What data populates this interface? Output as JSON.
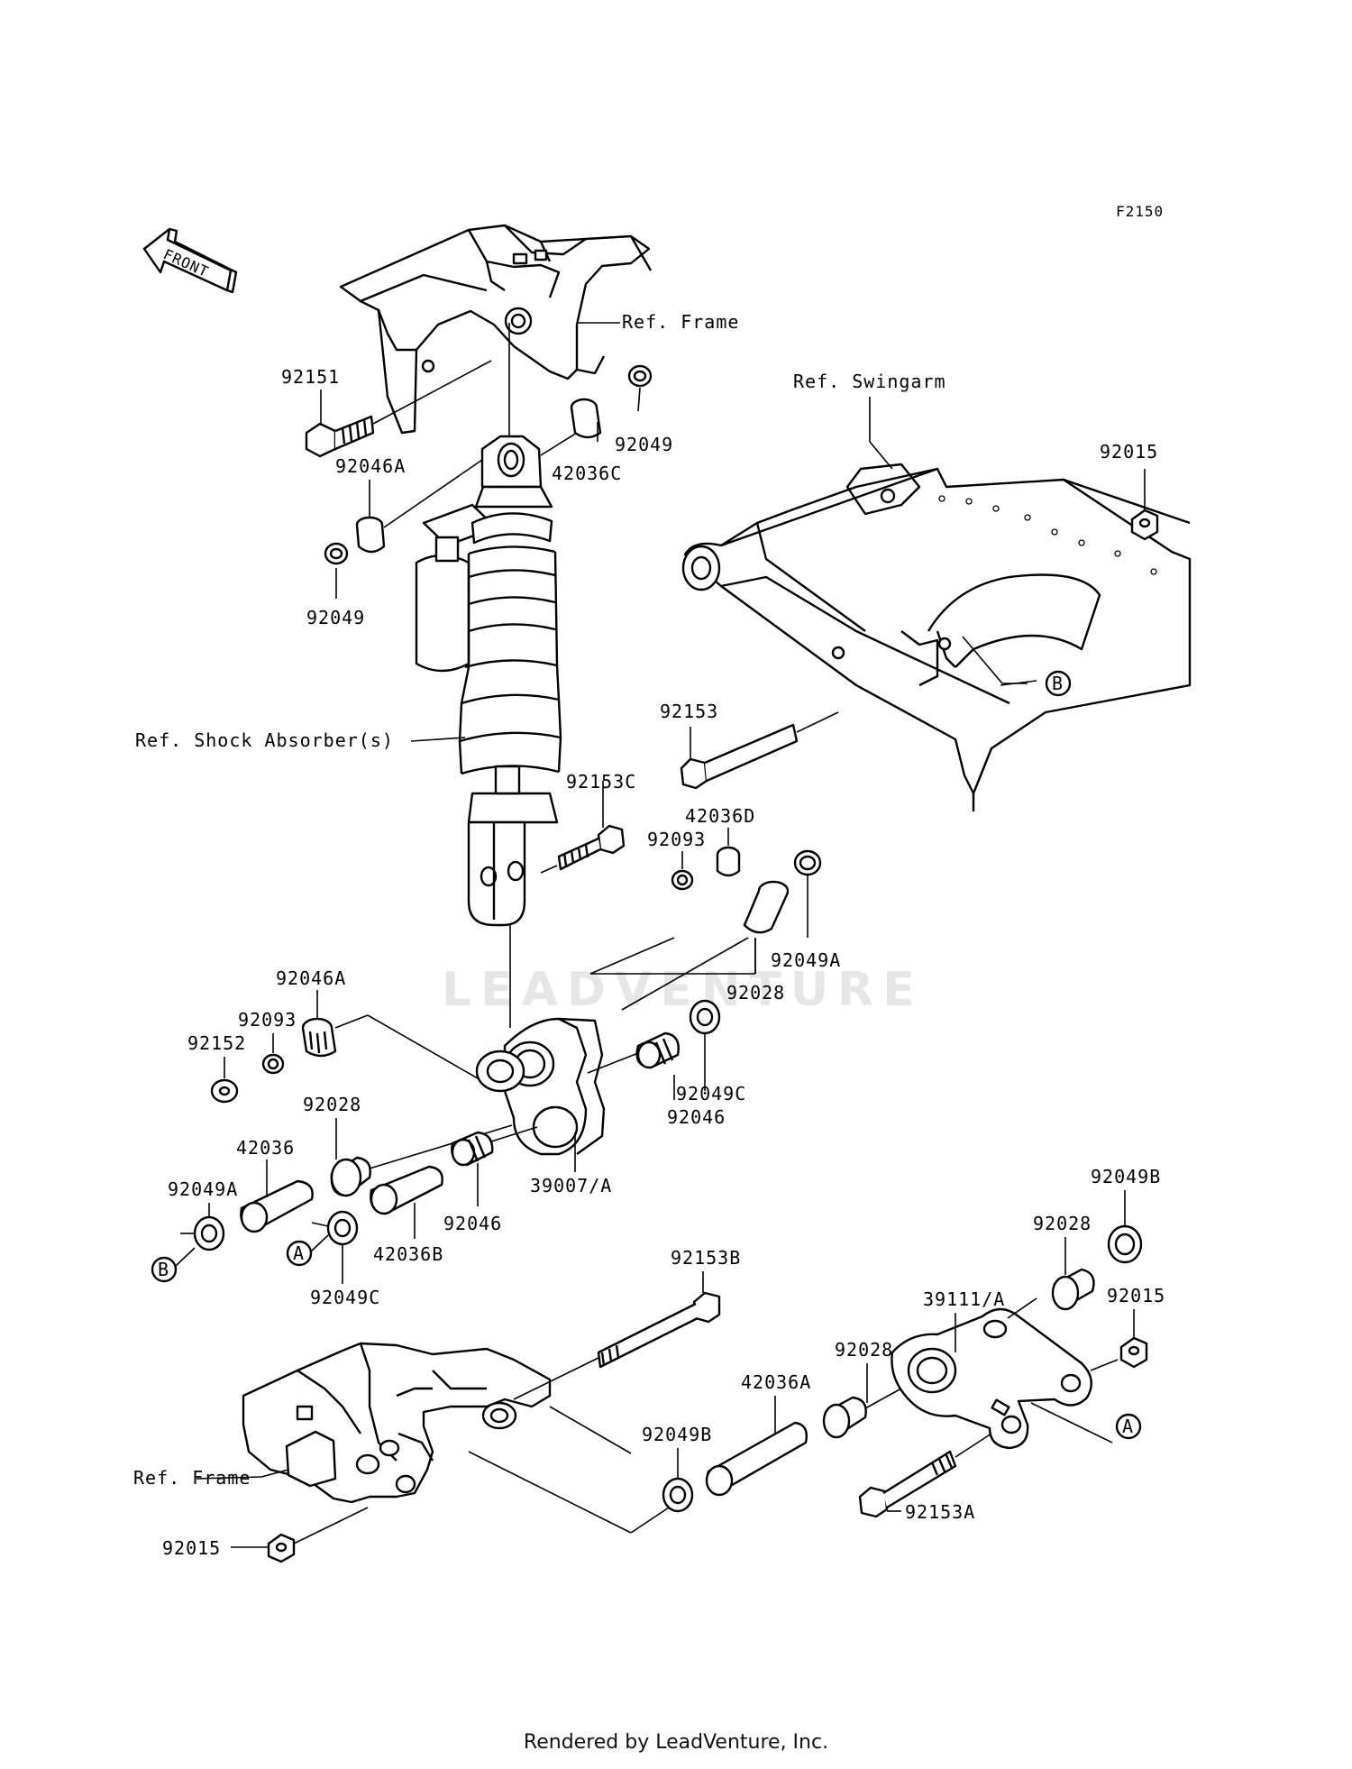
{
  "figure_code": "F2150",
  "front_label": "FRONT",
  "watermark": "LEADVENTURE",
  "footer": "Rendered by LeadVenture, Inc.",
  "references": {
    "frame_top": "Ref. Frame",
    "swingarm": "Ref. Swingarm",
    "shock": "Ref. Shock Absorber(s)",
    "frame_bottom": "Ref. Frame"
  },
  "parts": {
    "p92151": "92151",
    "p92046A_top": "92046A",
    "p42036C": "42036C",
    "p92049_top": "92049",
    "p92049_left": "92049",
    "p92015_top": "92015",
    "p92153": "92153",
    "p92153C": "92153C",
    "p42036D": "42036D",
    "p92093_mid": "92093",
    "p92049A_right": "92049A",
    "p92028_mid": "92028",
    "p92046A_left": "92046A",
    "p92093_left": "92093",
    "p92152": "92152",
    "p92028_left": "92028",
    "p42036": "42036",
    "p92049A_left": "92049A",
    "p92046_right": "92046",
    "p92049C_right": "92049C",
    "p39007A": "39007/A",
    "p92046_mid": "92046",
    "p42036B": "42036B",
    "p92049C_bottom": "92049C",
    "p92153B": "92153B",
    "p92049B_right": "92049B",
    "p92028_right": "92028",
    "p39111A": "39111/A",
    "p92015_right": "92015",
    "p92028_lower": "92028",
    "p42036A": "42036A",
    "p92049B_lower": "92049B",
    "p92153A": "92153A",
    "p92015_bottom": "92015"
  },
  "markers": {
    "b_swingarm": "B",
    "b_left": "B",
    "a_left": "A",
    "a_right": "A"
  }
}
